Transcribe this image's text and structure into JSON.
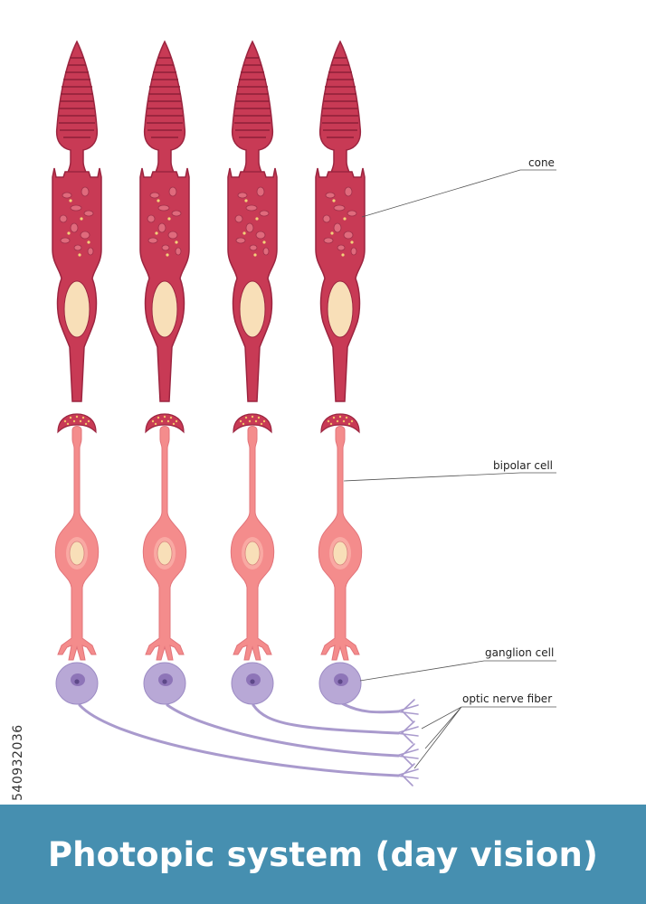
{
  "labels": {
    "cone": "cone",
    "bipolar": "bipolar cell",
    "ganglion": "ganglion cell",
    "optic_nerve": "optic nerve fiber"
  },
  "banner": {
    "title": "Photopic system (day vision)"
  },
  "stock_id": "540932036",
  "colors": {
    "cone": "#c83a55",
    "cone_dark": "#9c2540",
    "cone_inclusion": "#e06a7c",
    "nucleus": "#f8dfb8",
    "bipolar": "#f48c8c",
    "bipolar_light": "#f9a9a3",
    "ganglion": "#b8a8d6",
    "ganglion_nucleus": "#8e75b8",
    "fiber": "#a99acd",
    "banner": "#468fb0"
  }
}
